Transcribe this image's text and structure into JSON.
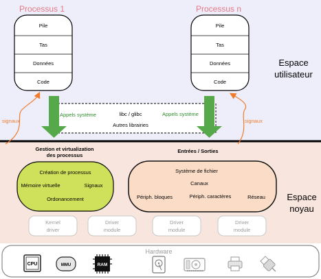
{
  "colors": {
    "user_bg": "#eeeefb",
    "kernel_bg": "#f8e6de",
    "process_title": "#e37a84",
    "signal_arrow": "#f07b2c",
    "syscall_arrow": "#56a94a",
    "syscall_text": "#2e8b2e",
    "sched_fill": "#cfe05a",
    "io_fill": "#fbdcc6",
    "io_stroke": "#111111",
    "driver_stroke": "#c8c8c8",
    "driver_text": "#9a9a9a",
    "hardware_text": "#9a9a9a"
  },
  "user_space": {
    "label_line1": "Espace",
    "label_line2": "utilisateur"
  },
  "kernel_space": {
    "label_line1": "Espace",
    "label_line2": "noyau"
  },
  "process_1": {
    "title": "Processus 1",
    "segments": [
      "Pile",
      "Tas",
      "Données",
      "Code"
    ]
  },
  "process_n": {
    "title": "Processus n",
    "segments": [
      "Pile",
      "Tas",
      "Données",
      "Code"
    ]
  },
  "syscall_box": {
    "left_label": "Appels système",
    "right_label": "Appels système",
    "lib_line1": "libc / glibc",
    "lib_line2": "Autres librairies"
  },
  "signals": {
    "left": "signaux",
    "right": "signaux"
  },
  "process_mgmt": {
    "title_line1": "Gestion et virtualization",
    "title_line2": "des processus",
    "items": [
      "Création de processus",
      "Mémoire virtuelle",
      "Signaux",
      "Ordonancement"
    ]
  },
  "io": {
    "title": "Entrées / Sorties",
    "items": [
      "Système de fichier",
      "Canaux",
      "Périph. bloques",
      "Périph. caractères",
      "Réseau"
    ]
  },
  "drivers": [
    {
      "line1": "Kernel",
      "line2": "driver"
    },
    {
      "line1": "Driver",
      "line2": "module"
    },
    {
      "line1": "Driver",
      "line2": "module"
    },
    {
      "line1": "Driver",
      "line2": "module"
    }
  ],
  "hardware": {
    "title": "Hardware",
    "cpu": "CPU",
    "mmu": "MMU",
    "ram": "RAM",
    "icons": [
      "cpu-icon",
      "mmu-icon",
      "ram-chip-icon",
      "hard-drive-icon",
      "graphics-card-icon",
      "printer-icon",
      "usb-plug-icon"
    ]
  }
}
